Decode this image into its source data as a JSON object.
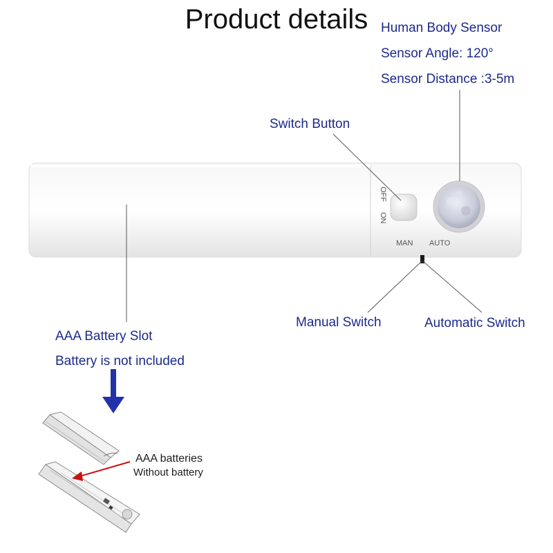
{
  "title": "Product details",
  "sensor": {
    "name": "Human Body Sensor",
    "angle": "Sensor Angle: 120°",
    "distance": "Sensor Distance :3-5m"
  },
  "switch_button": "Switch Button",
  "device_markings": {
    "off": "OFF",
    "on": "ON",
    "man": "MAN",
    "auto": "AUTO"
  },
  "manual_switch": "Manual Switch",
  "automatic_switch": "Automatic Switch",
  "battery_slot": "AAA Battery Slot",
  "battery_note": "Battery is not included",
  "batteries_label": "AAA batteries",
  "without_battery": "Without battery",
  "colors": {
    "label": "#1c2a8a",
    "arrow": "#2233aa",
    "pointer": "#cc1111"
  }
}
